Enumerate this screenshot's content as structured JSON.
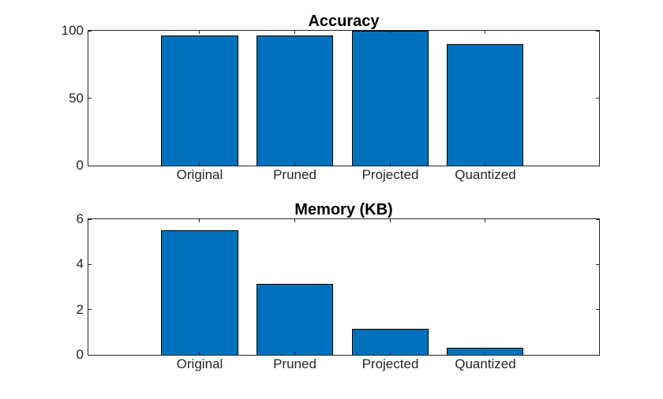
{
  "colors": {
    "background": "#ffffff",
    "bar_fill": "#0072BD",
    "bar_edge": "#000000",
    "axis": "#262626",
    "tick_label": "#262626",
    "title": "#000000"
  },
  "chart_data": [
    {
      "type": "bar",
      "title": "Accuracy",
      "categories": [
        "Original",
        "Pruned",
        "Projected",
        "Quantized"
      ],
      "values": [
        96.5,
        96.5,
        100,
        90
      ],
      "ylim": [
        0,
        100
      ],
      "yticks": [
        0,
        50,
        100
      ],
      "xlabel": "",
      "ylabel": "",
      "grid": false,
      "box": true,
      "tick_direction": "in",
      "legend_position": "none",
      "bar_width_fraction": 0.8
    },
    {
      "type": "bar",
      "title": "Memory (KB)",
      "categories": [
        "Original",
        "Pruned",
        "Projected",
        "Quantized"
      ],
      "values": [
        5.5,
        3.15,
        1.15,
        0.3
      ],
      "ylim": [
        0,
        6
      ],
      "yticks": [
        0,
        2,
        4,
        6
      ],
      "xlabel": "",
      "ylabel": "",
      "grid": false,
      "box": true,
      "tick_direction": "in",
      "legend_position": "none",
      "bar_width_fraction": 0.8
    }
  ]
}
